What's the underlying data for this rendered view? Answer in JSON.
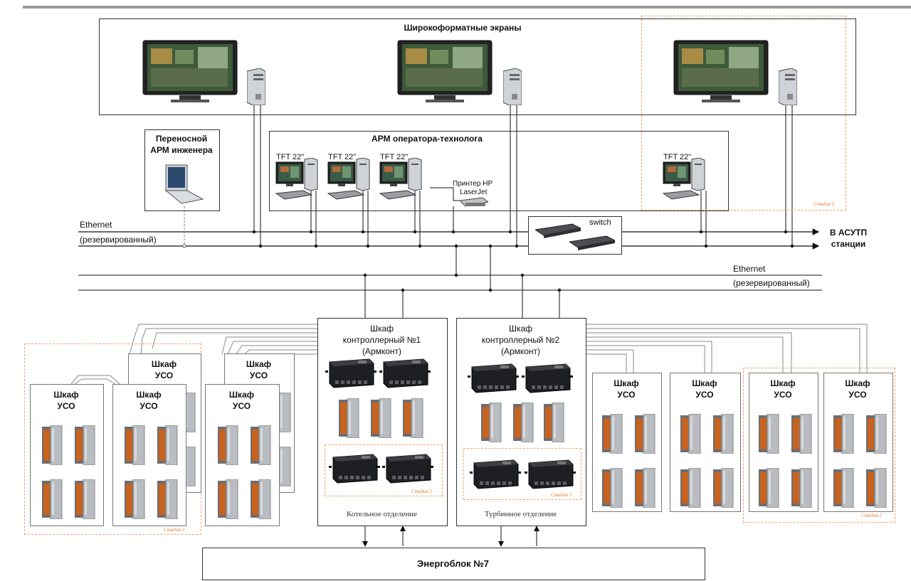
{
  "top_title": "Широкоформатные экраны",
  "laptop_label": [
    "Переносной",
    "АРМ инженера"
  ],
  "operator_title": "АРМ оператора-технолога",
  "tft_label": "TFT 22\"",
  "printer_label": [
    "Принтер HP",
    "LaserJet"
  ],
  "switch_label": "switch",
  "ethernet_top": [
    "Ethernet",
    "(резервированный)"
  ],
  "ethernet_mid": [
    "Ethernet",
    "(резервированный)"
  ],
  "asutp_label": [
    "В АСУТП",
    "станции"
  ],
  "cabinet1": {
    "title": [
      "Шкаф",
      "контроллерный №1",
      "(Армконт)"
    ],
    "footer": "Котельное отделение"
  },
  "cabinet2": {
    "title": [
      "Шкаф",
      "контроллерный №2",
      "(Армконт)"
    ],
    "footer": "Турбинное отделение"
  },
  "uso_label": [
    "Шкаф",
    "УСО"
  ],
  "stage2_tag": "Стадия 2",
  "bottom_block": "Энергоблок №7",
  "colors": {
    "line": "#1a1a1a",
    "dashed": "#f0a070",
    "stage_text": "#e07a30",
    "module_orange": "#c8621f",
    "module_gray": "#b9bcc0"
  }
}
